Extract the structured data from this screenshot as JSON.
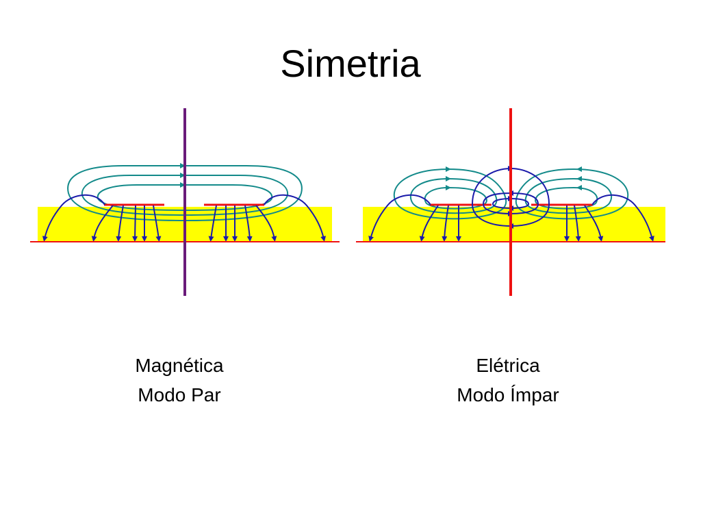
{
  "slide": {
    "title": "Simetria"
  },
  "diagrams": [
    {
      "caption_line1": "Magnética",
      "caption_line2": "Modo Par",
      "symmetry_line_color": "#6a1b7a"
    },
    {
      "caption_line1": "Elétrica",
      "caption_line2": "Modo Ímpar",
      "symmetry_line_color": "#ee1111"
    }
  ],
  "colors": {
    "substrate": "#ffff00",
    "ground_plane": "#ee1111",
    "conductor": "#ee1111",
    "magnetic_field_lines": "#138a8a",
    "electric_field_lines": "#1a1aaa"
  }
}
